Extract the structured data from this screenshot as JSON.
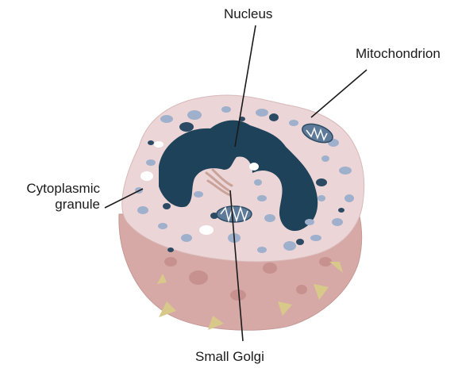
{
  "labels": {
    "nucleus": "Nucleus",
    "mitochondrion": "Mitochondrion",
    "cytoplasmic_granule_line1": "Cytoplasmic",
    "cytoplasmic_granule_line2": "granule",
    "small_golgi": "Small Golgi"
  },
  "colors": {
    "cytoplasm": "#ecd5d6",
    "cell_lower_body": "#d6a9a6",
    "nucleus": "#1e4259",
    "granule_blue": "#9fb0cc",
    "granule_dark": "#2c4a63",
    "projections": "#d8c98a",
    "leader_line": "#1a1a1a"
  }
}
